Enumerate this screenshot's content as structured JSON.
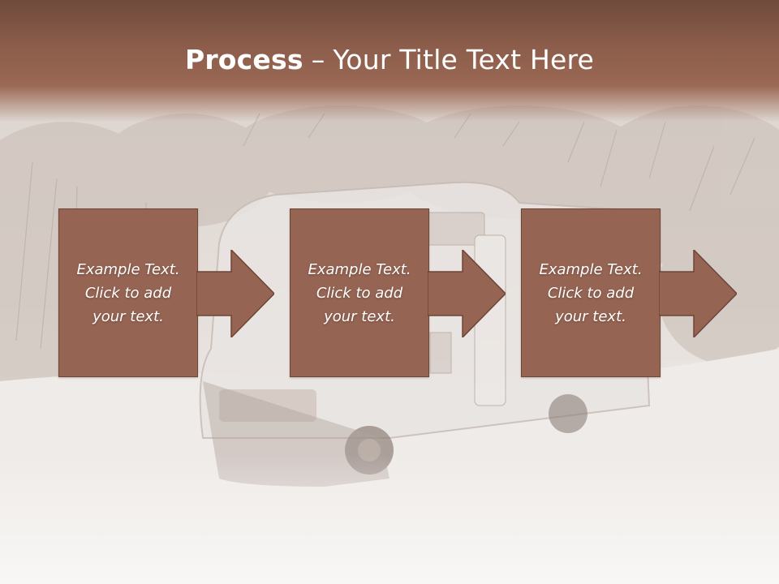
{
  "slide": {
    "title_bold": "Process",
    "title_separator": "–",
    "title_rest": "Your Title Text Here"
  },
  "colors": {
    "band": "#8a5c49",
    "box_fill": "#956453",
    "box_border": "#6f4536",
    "arrow_fill": "#956453",
    "text": "#ffffff"
  },
  "steps": [
    {
      "line1": "Example Text.",
      "line2": "Click  to add",
      "line3": "your text."
    },
    {
      "line1": "Example Text.",
      "line2": "Click  to add",
      "line3": "your text."
    },
    {
      "line1": "Example Text.",
      "line2": "Click  to add",
      "line3": "your text."
    }
  ],
  "arrows": [
    {
      "icon": "right-arrow-icon"
    },
    {
      "icon": "right-arrow-icon"
    },
    {
      "icon": "right-arrow-icon"
    }
  ]
}
